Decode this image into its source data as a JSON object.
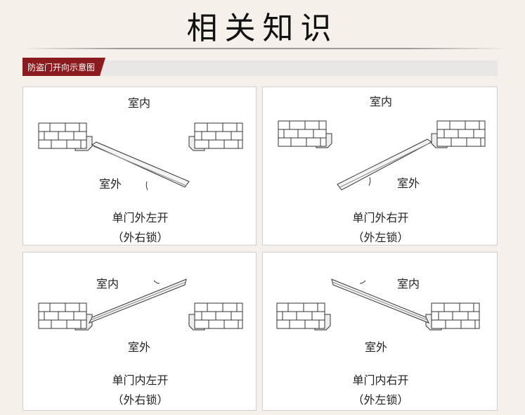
{
  "header": {
    "title": "相关知识"
  },
  "section": {
    "tag": "防盗门开向示意图"
  },
  "panels": [
    {
      "indoor": "室内",
      "outdoor": "室外",
      "caption_main": "单门外左开",
      "caption_sub": "（外右锁）"
    },
    {
      "indoor": "室内",
      "outdoor": "室外",
      "caption_main": "单门外右开",
      "caption_sub": "（外左锁）"
    },
    {
      "indoor": "室内",
      "outdoor": "室外",
      "caption_main": "单门内左开",
      "caption_sub": "（外右锁）"
    },
    {
      "indoor": "室内",
      "outdoor": "室外",
      "caption_main": "单门内右开",
      "caption_sub": "（外左锁）"
    }
  ]
}
